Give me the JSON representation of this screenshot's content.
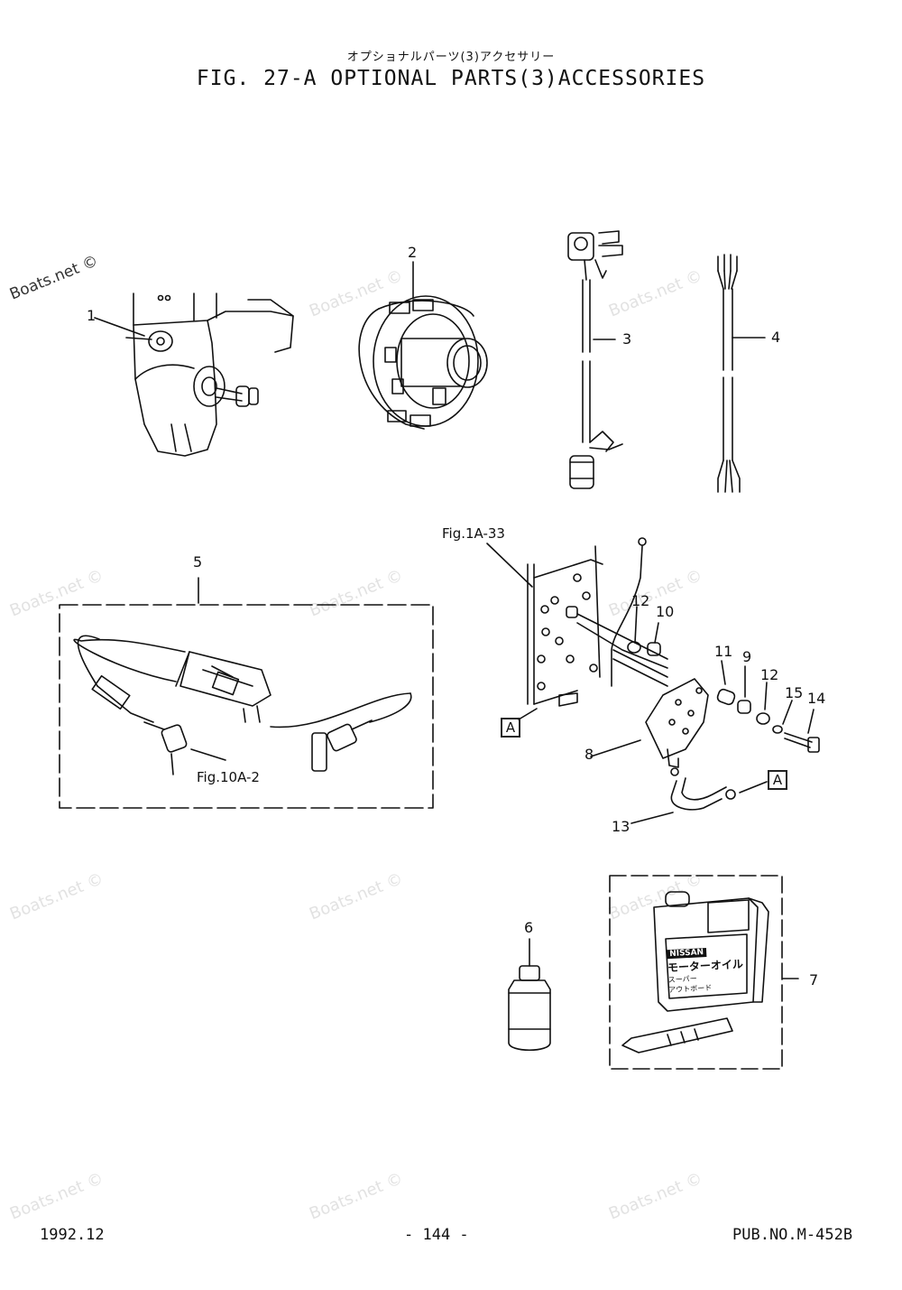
{
  "header": {
    "subtitle_jp": "オプショナルパーツ(3)アクセサリー",
    "title": "FIG. 27-A OPTIONAL PARTS(3)ACCESSORIES"
  },
  "footer": {
    "date": "1992.12",
    "page": "- 144 -",
    "pub_no": "PUB.NO.M-452B"
  },
  "watermark": "Boats.net ©",
  "callouts": {
    "c1": "1",
    "c2": "2",
    "c3": "3",
    "c4": "4",
    "c5": "5",
    "c6": "6",
    "c7": "7",
    "c8": "8",
    "c9": "9",
    "c10": "10",
    "c11": "11",
    "c12a": "12",
    "c12b": "12",
    "c13": "13",
    "c14": "14",
    "c15": "15"
  },
  "refs": {
    "fig1a33": "Fig.1A-33",
    "fig10a2": "Fig.10A-2",
    "marker_a": "A"
  },
  "oil_can": {
    "brand": "NISSAN",
    "line1": "モーターオイル",
    "line2": "スーパー",
    "line3": "アウトボード"
  }
}
